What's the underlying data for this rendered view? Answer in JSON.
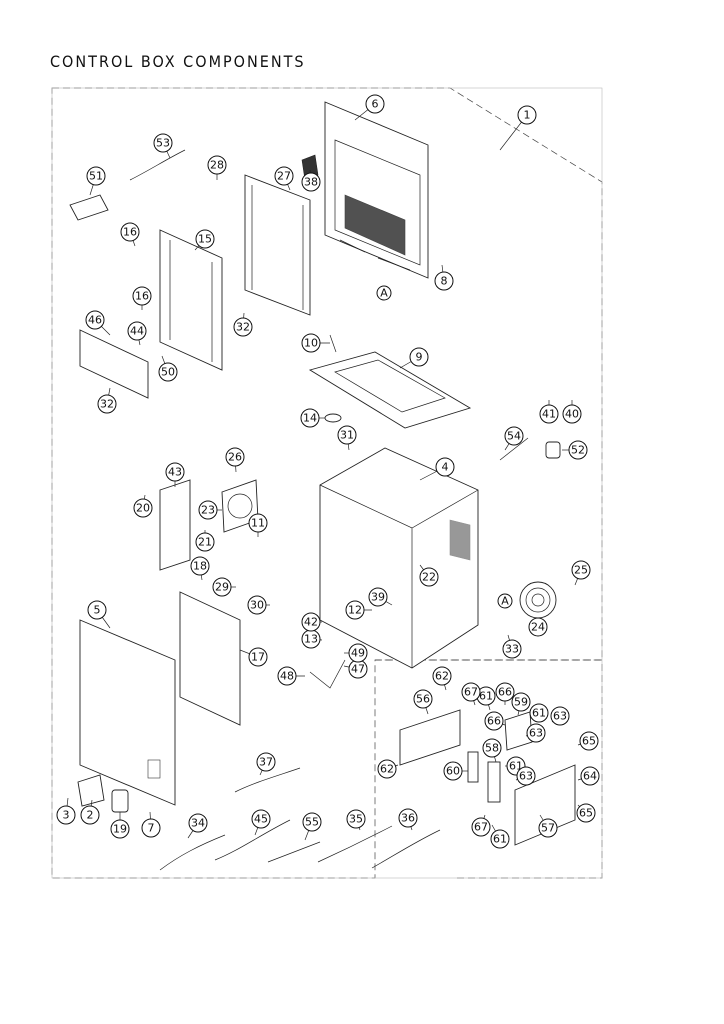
{
  "title": "CONTROL BOX COMPONENTS",
  "callouts": [
    {
      "id": "c1",
      "label": "1"
    },
    {
      "id": "c2",
      "label": "2"
    },
    {
      "id": "c3",
      "label": "3"
    },
    {
      "id": "c4",
      "label": "4"
    },
    {
      "id": "c5",
      "label": "5"
    },
    {
      "id": "c6",
      "label": "6"
    },
    {
      "id": "c7",
      "label": "7"
    },
    {
      "id": "c8",
      "label": "8"
    },
    {
      "id": "c9",
      "label": "9"
    },
    {
      "id": "c10",
      "label": "10"
    },
    {
      "id": "c11",
      "label": "11"
    },
    {
      "id": "c12",
      "label": "12"
    },
    {
      "id": "c13",
      "label": "13"
    },
    {
      "id": "c14",
      "label": "14"
    },
    {
      "id": "c15",
      "label": "15"
    },
    {
      "id": "c16a",
      "label": "16"
    },
    {
      "id": "c16b",
      "label": "16"
    },
    {
      "id": "c17",
      "label": "17"
    },
    {
      "id": "c18",
      "label": "18"
    },
    {
      "id": "c19",
      "label": "19"
    },
    {
      "id": "c20",
      "label": "20"
    },
    {
      "id": "c21",
      "label": "21"
    },
    {
      "id": "c22",
      "label": "22"
    },
    {
      "id": "c23",
      "label": "23"
    },
    {
      "id": "c24",
      "label": "24"
    },
    {
      "id": "c25",
      "label": "25"
    },
    {
      "id": "c26",
      "label": "26"
    },
    {
      "id": "c27",
      "label": "27"
    },
    {
      "id": "c28",
      "label": "28"
    },
    {
      "id": "c29",
      "label": "29"
    },
    {
      "id": "c30",
      "label": "30"
    },
    {
      "id": "c31",
      "label": "31"
    },
    {
      "id": "c32a",
      "label": "32"
    },
    {
      "id": "c32b",
      "label": "32"
    },
    {
      "id": "c33",
      "label": "33"
    },
    {
      "id": "c34",
      "label": "34"
    },
    {
      "id": "c35",
      "label": "35"
    },
    {
      "id": "c36",
      "label": "36"
    },
    {
      "id": "c37",
      "label": "37"
    },
    {
      "id": "c38",
      "label": "38"
    },
    {
      "id": "c39",
      "label": "39"
    },
    {
      "id": "c40",
      "label": "40"
    },
    {
      "id": "c41",
      "label": "41"
    },
    {
      "id": "c42",
      "label": "42"
    },
    {
      "id": "c43",
      "label": "43"
    },
    {
      "id": "c44",
      "label": "44"
    },
    {
      "id": "c45",
      "label": "45"
    },
    {
      "id": "c46",
      "label": "46"
    },
    {
      "id": "c47",
      "label": "47"
    },
    {
      "id": "c48",
      "label": "48"
    },
    {
      "id": "c49",
      "label": "49"
    },
    {
      "id": "c50",
      "label": "50"
    },
    {
      "id": "c51",
      "label": "51"
    },
    {
      "id": "c52",
      "label": "52"
    },
    {
      "id": "c53",
      "label": "53"
    },
    {
      "id": "c54",
      "label": "54"
    },
    {
      "id": "c55",
      "label": "55"
    },
    {
      "id": "c56",
      "label": "56"
    },
    {
      "id": "c57",
      "label": "57"
    },
    {
      "id": "c58",
      "label": "58"
    },
    {
      "id": "c59",
      "label": "59"
    },
    {
      "id": "c60",
      "label": "60"
    },
    {
      "id": "c61a",
      "label": "61"
    },
    {
      "id": "c61b",
      "label": "61"
    },
    {
      "id": "c61c",
      "label": "61"
    },
    {
      "id": "c61d",
      "label": "61"
    },
    {
      "id": "c62a",
      "label": "62"
    },
    {
      "id": "c62b",
      "label": "62"
    },
    {
      "id": "c63a",
      "label": "63"
    },
    {
      "id": "c63b",
      "label": "63"
    },
    {
      "id": "c63c",
      "label": "63"
    },
    {
      "id": "c64",
      "label": "64"
    },
    {
      "id": "c65a",
      "label": "65"
    },
    {
      "id": "c65b",
      "label": "65"
    },
    {
      "id": "c66a",
      "label": "66"
    },
    {
      "id": "c66b",
      "label": "66"
    },
    {
      "id": "c67a",
      "label": "67"
    },
    {
      "id": "c67b",
      "label": "67"
    }
  ],
  "reference_marks": [
    {
      "id": "refA1",
      "label": "A"
    },
    {
      "id": "refA2",
      "label": "A"
    }
  ]
}
